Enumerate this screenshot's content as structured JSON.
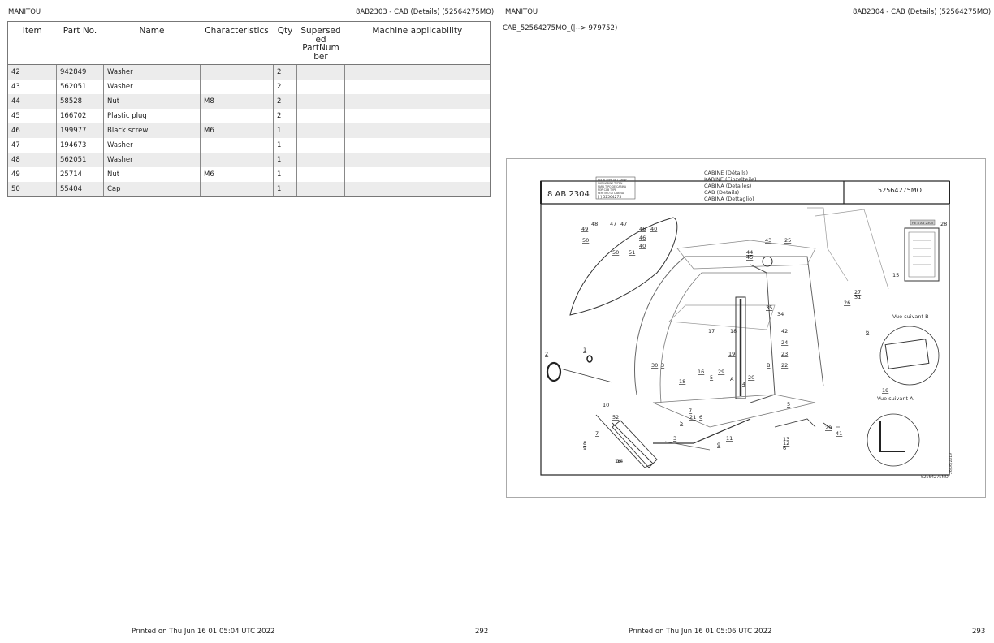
{
  "left_page": {
    "brand": "MANITOU",
    "header_ref": "8AB2303 - CAB (Details) (52564275MO)",
    "columns": [
      "Item",
      "Part No.",
      "Name",
      "Characteristics",
      "Qty",
      "Supersed\ned\nPartNum\nber",
      "Machine applicability"
    ],
    "rows": [
      {
        "item": "42",
        "part": "942849",
        "name": "Washer",
        "char": "",
        "qty": "2"
      },
      {
        "item": "43",
        "part": "562051",
        "name": "Washer",
        "char": "",
        "qty": "2"
      },
      {
        "item": "44",
        "part": "58528",
        "name": "Nut",
        "char": "M8",
        "qty": "2"
      },
      {
        "item": "45",
        "part": "166702",
        "name": "Plastic plug",
        "char": "",
        "qty": "2"
      },
      {
        "item": "46",
        "part": "199977",
        "name": "Black screw",
        "char": "M6",
        "qty": "1"
      },
      {
        "item": "47",
        "part": "194673",
        "name": "Washer",
        "char": "",
        "qty": "1"
      },
      {
        "item": "48",
        "part": "562051",
        "name": "Washer",
        "char": "",
        "qty": "1"
      },
      {
        "item": "49",
        "part": "25714",
        "name": "Nut",
        "char": "M6",
        "qty": "1"
      },
      {
        "item": "50",
        "part": "55404",
        "name": "Cap",
        "char": "",
        "qty": "1"
      }
    ],
    "printed": "Printed on  Thu Jun 16 01:05:04 UTC 2022",
    "page_number": "292"
  },
  "right_page": {
    "brand": "MANITOU",
    "header_ref": "8AB2304 - CAB (Details) (52564275MO)",
    "subtitle": "CAB_52564275MO_(|--> 979752)",
    "printed": "Printed on  Thu Jun 16 01:05:06 UTC 2022",
    "page_number": "293",
    "diagram": {
      "code": "8 AB 2304",
      "ref": "52564275MO",
      "titles": [
        "CABINE (Détails)",
        "KABINE (Einzelteile)",
        "CABINA (Detalles)",
        "CAB (Details)",
        "CABINA (Dettaglio)"
      ],
      "cab_type_lines": [
        "POUR TYPE DE CABINE",
        "FUR KABINE TYPEN",
        "PARA TIPO DE CABINA",
        "FOR CAB TYPE",
        "PER TIPO DI CABINA"
      ],
      "cab_type_value": "[ ] 52564275",
      "view_b": "Vue suivant B",
      "view_a": "Vue suivant A",
      "ref_small": "HE 8 AB 2305",
      "date_code": "26/06/2019",
      "bottom_ref": "52564275MO",
      "callouts": [
        "48",
        "47",
        "47",
        "46",
        "40",
        "49",
        "50",
        "46",
        "40",
        "50",
        "51",
        "43",
        "25",
        "44",
        "45",
        "28",
        "15",
        "27",
        "31",
        "26",
        "35",
        "34",
        "17",
        "18",
        "42",
        "24",
        "23",
        "1",
        "2",
        "19",
        "22",
        "30",
        "3",
        "16",
        "29",
        "5",
        "18",
        "A",
        "20",
        "B",
        "4",
        "10",
        "7",
        "21",
        "6",
        "5",
        "52",
        "3",
        "5",
        "29",
        "41",
        "11",
        "9",
        "14",
        "13",
        "12",
        "6",
        "7",
        "8",
        "9",
        "16",
        "6",
        "19"
      ]
    }
  }
}
